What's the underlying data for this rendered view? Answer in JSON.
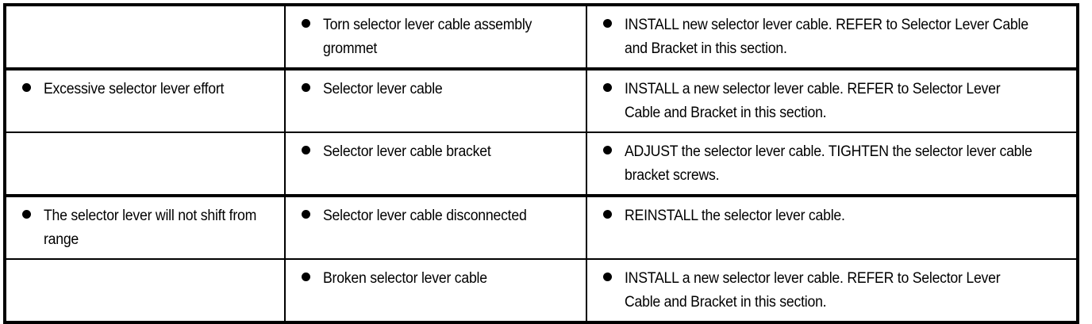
{
  "table": {
    "kind": "diagnosis-chart",
    "bullet_glyph": "•",
    "text_color": "#000000",
    "background_color": "#ffffff",
    "border_color": "#000000",
    "columns": [
      {
        "key": "condition",
        "header": ""
      },
      {
        "key": "source",
        "header": ""
      },
      {
        "key": "action",
        "header": ""
      }
    ],
    "rows": [
      {
        "group_start": true,
        "condition": "",
        "source": "Torn selector lever cable assembly grommet",
        "action": "INSTALL new selector lever cable. REFER to Selector Lever Cable and Bracket in this section."
      },
      {
        "group_start": true,
        "condition": "Excessive selector lever effort",
        "source": "Selector lever cable",
        "action": "INSTALL a new selector lever cable. REFER to Selector Lever Cable and Bracket in this section."
      },
      {
        "group_start": false,
        "condition": "",
        "source": "Selector lever cable bracket",
        "action": "ADJUST the selector lever cable. TIGHTEN the selector lever cable bracket screws."
      },
      {
        "group_start": true,
        "condition": "The selector lever will not shift from range",
        "source": "Selector lever cable disconnected",
        "action": "REINSTALL the selector lever cable."
      },
      {
        "group_start": false,
        "condition": "",
        "source": "Broken selector lever cable",
        "action": "INSTALL a new selector lever cable. REFER to Selector Lever Cable and Bracket in this section."
      }
    ]
  }
}
